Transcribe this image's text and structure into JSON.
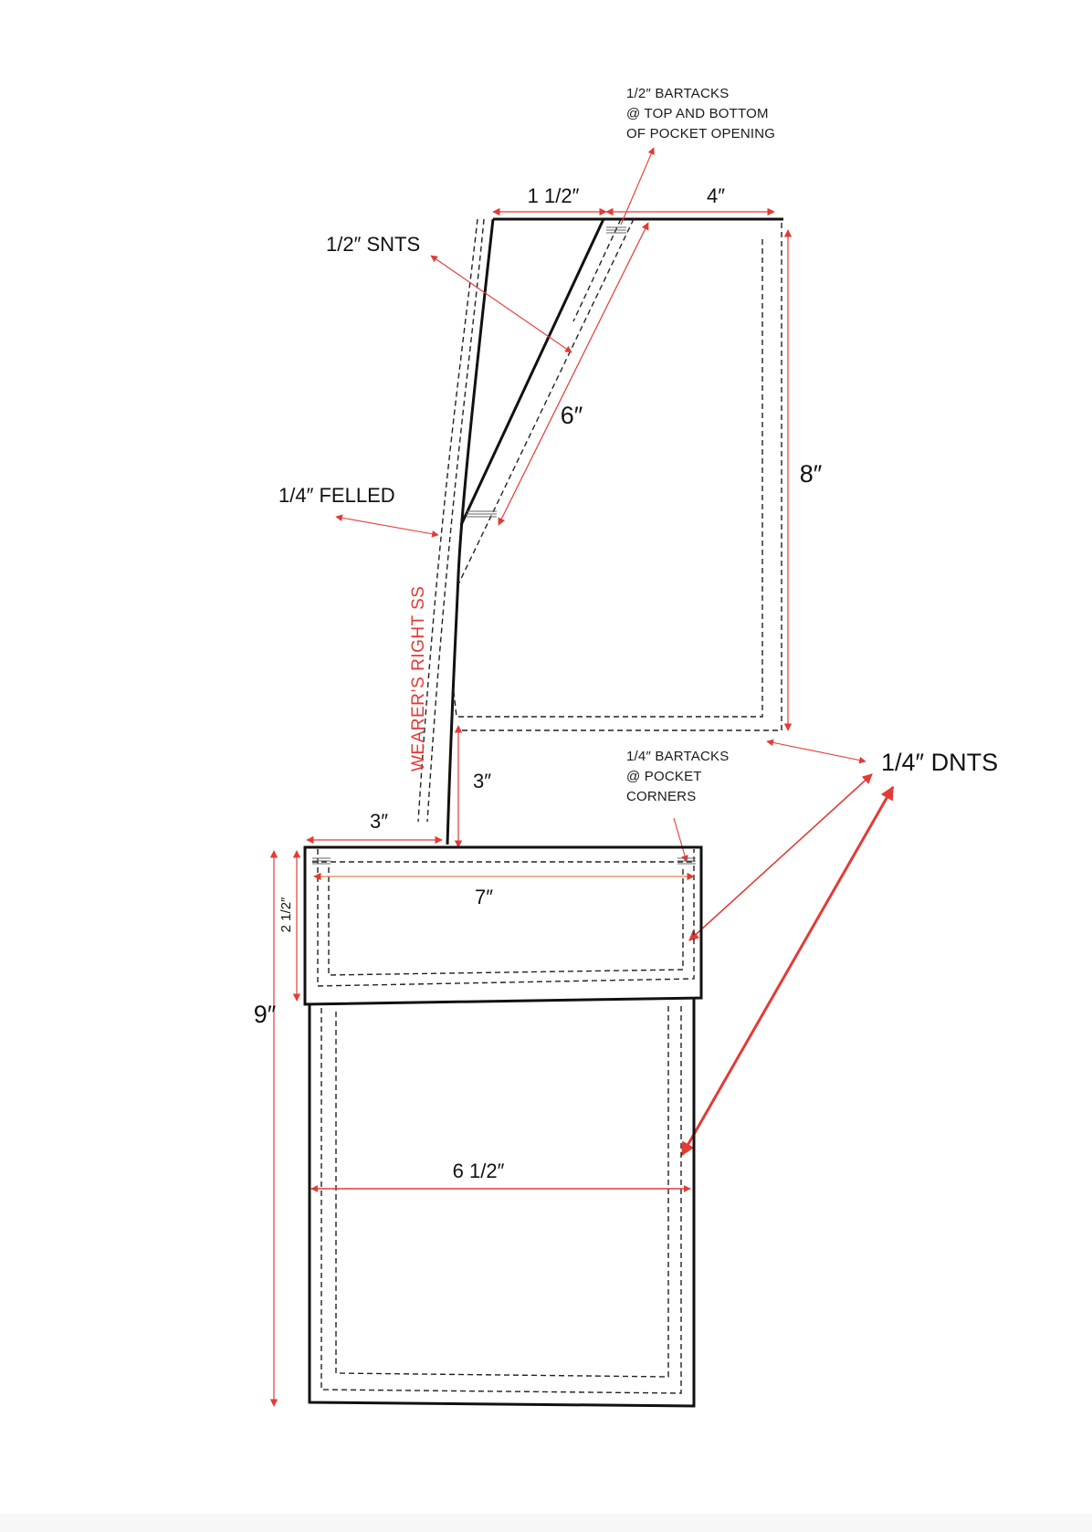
{
  "notes": {
    "bartacks_top": [
      "1/2″ BARTACKS",
      "@ TOP AND BOTTOM",
      "OF POCKET OPENING"
    ],
    "snts": "1/2″ SNTS",
    "felled": "1/4″ FELLED",
    "side_seam": "WEARER’S RIGHT SS",
    "bartacks_corners": [
      "1/4″ BARTACKS",
      "@ POCKET",
      "CORNERS"
    ],
    "dnts": "1/4″ DNTS"
  },
  "dimensions": {
    "opening_offset": "1 1/2″",
    "top_width": "4″",
    "opening_length": "6″",
    "pocket_height": "8″",
    "gap_to_cargo": "3″",
    "cargo_offset": "3″",
    "flap_height": "2 1/2″",
    "flap_width": "7″",
    "cargo_height": "9″",
    "cargo_width": "6 1/2″"
  },
  "colors": {
    "outline": "#111111",
    "dimension": "#e23b35",
    "stitch": "#222222"
  }
}
